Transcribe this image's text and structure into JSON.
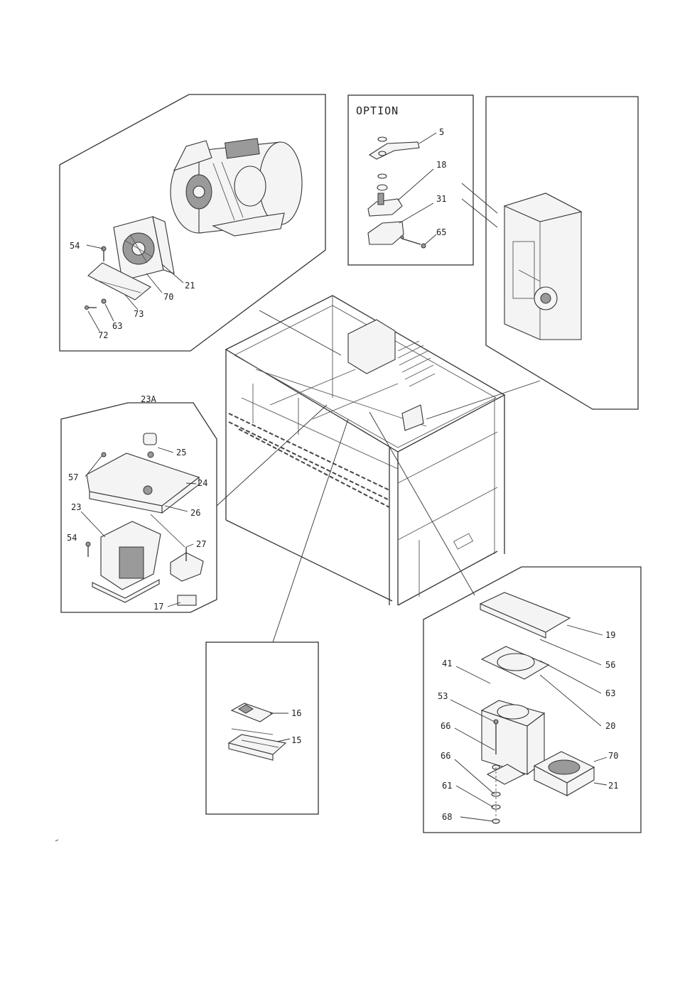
{
  "option_label": "OPTION",
  "callouts": [
    {
      "id": "c54a",
      "text": "54"
    },
    {
      "id": "c21a",
      "text": "21"
    },
    {
      "id": "c70a",
      "text": "70"
    },
    {
      "id": "c73",
      "text": "73"
    },
    {
      "id": "c63a",
      "text": "63"
    },
    {
      "id": "c72",
      "text": "72"
    },
    {
      "id": "c5",
      "text": "5"
    },
    {
      "id": "c18",
      "text": "18"
    },
    {
      "id": "c31",
      "text": "31"
    },
    {
      "id": "c65",
      "text": "65"
    },
    {
      "id": "c23A",
      "text": "23A"
    },
    {
      "id": "c25",
      "text": "25"
    },
    {
      "id": "c57",
      "text": "57"
    },
    {
      "id": "c24",
      "text": "24"
    },
    {
      "id": "c26",
      "text": "26"
    },
    {
      "id": "c23",
      "text": "23"
    },
    {
      "id": "c54b",
      "text": "54"
    },
    {
      "id": "c27",
      "text": "27"
    },
    {
      "id": "c17",
      "text": "17"
    },
    {
      "id": "c16",
      "text": "16"
    },
    {
      "id": "c15",
      "text": "15"
    },
    {
      "id": "c19",
      "text": "19"
    },
    {
      "id": "c56",
      "text": "56"
    },
    {
      "id": "c41",
      "text": "41"
    },
    {
      "id": "c63b",
      "text": "63"
    },
    {
      "id": "c53",
      "text": "53"
    },
    {
      "id": "c20",
      "text": "20"
    },
    {
      "id": "c66a",
      "text": "66"
    },
    {
      "id": "c66b",
      "text": "66"
    },
    {
      "id": "c70b",
      "text": "70"
    },
    {
      "id": "c21b",
      "text": "21"
    },
    {
      "id": "c61",
      "text": "61"
    },
    {
      "id": "c68",
      "text": "68"
    }
  ]
}
